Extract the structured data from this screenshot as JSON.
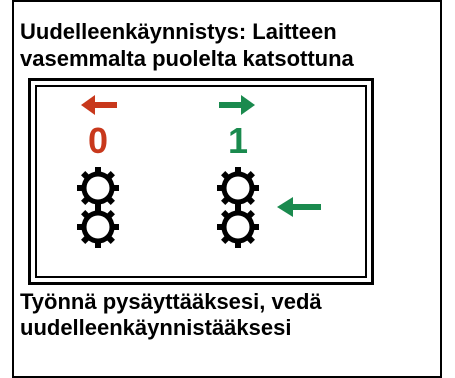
{
  "title": {
    "line1": "Uudelleenkäynnistys: Laitteen",
    "line2": "vasemmalta puolelta katsottuna"
  },
  "diagram": {
    "left_position_label": "0",
    "right_position_label": "1",
    "left_arrow_color": "#c8381c",
    "right_arrow_color": "#1a8a4e",
    "push_arrow_color": "#1a8a4e",
    "left_label_color": "#c8381c",
    "right_label_color": "#1a8a4e",
    "left_arrow_icon": "arrow-left-icon",
    "right_arrow_icon": "arrow-right-icon",
    "push_arrow_icon": "arrow-left-icon",
    "gear_icon": "gear-icon"
  },
  "footer": {
    "line1": "Työnnä pysäyttääksesi, vedä",
    "line2": "uudelleenkäynnistääksesi"
  }
}
